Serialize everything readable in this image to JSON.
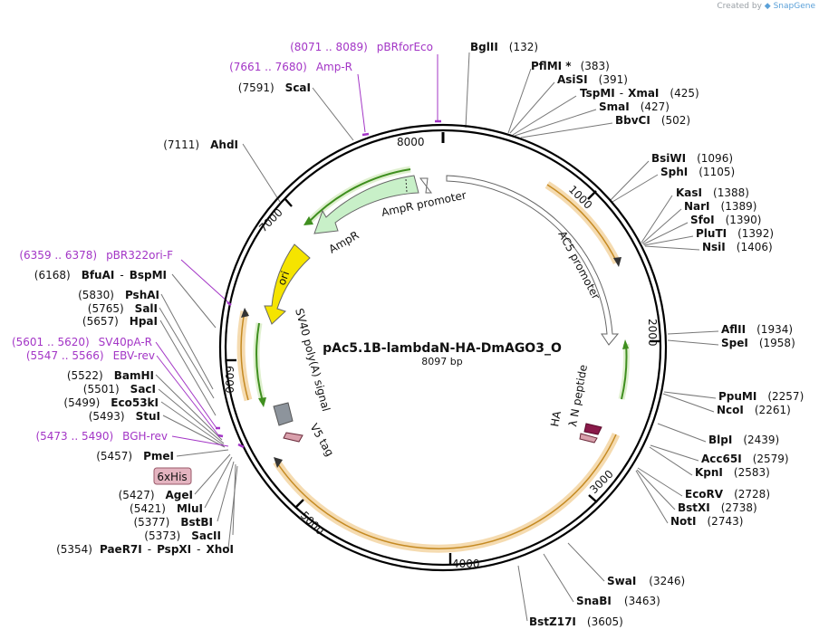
{
  "credit": {
    "prefix": "Created by",
    "brand": "SnapGene"
  },
  "plasmid": {
    "name": "pAc5.1B-lambdaN-HA-DmAGO3_O",
    "length": "8097 bp"
  },
  "colors": {
    "primer": "#a335c6",
    "orf": "#f2a72e",
    "ampr": "#3fae3f",
    "ori": "#f5e400",
    "backbone": "#000000"
  },
  "ticks": [
    "1000",
    "2000",
    "3000",
    "4000",
    "5000",
    "6000",
    "7000",
    "8000"
  ],
  "sites": [
    {
      "name": "BglII",
      "pos": "(132)"
    },
    {
      "name": "PflMI *",
      "pos": "(383)"
    },
    {
      "name": "AsiSI",
      "pos": "(391)"
    },
    {
      "name": "TspMI",
      "name2": "XmaI",
      "pos": "(425)"
    },
    {
      "name": "SmaI",
      "pos": "(427)"
    },
    {
      "name": "BbvCI",
      "pos": "(502)"
    },
    {
      "name": "BsiWI",
      "pos": "(1096)"
    },
    {
      "name": "SphI",
      "pos": "(1105)"
    },
    {
      "name": "KasI",
      "pos": "(1388)"
    },
    {
      "name": "NarI",
      "pos": "(1389)"
    },
    {
      "name": "SfoI",
      "pos": "(1390)"
    },
    {
      "name": "PluTI",
      "pos": "(1392)"
    },
    {
      "name": "NsiI",
      "pos": "(1406)"
    },
    {
      "name": "AflII",
      "pos": "(1934)"
    },
    {
      "name": "SpeI",
      "pos": "(1958)"
    },
    {
      "name": "PpuMI",
      "pos": "(2257)"
    },
    {
      "name": "NcoI",
      "pos": "(2261)"
    },
    {
      "name": "BlpI",
      "pos": "(2439)"
    },
    {
      "name": "Acc65I",
      "pos": "(2579)"
    },
    {
      "name": "KpnI",
      "pos": "(2583)"
    },
    {
      "name": "EcoRV",
      "pos": "(2728)"
    },
    {
      "name": "BstXI",
      "pos": "(2738)"
    },
    {
      "name": "NotI",
      "pos": "(2743)"
    },
    {
      "name": "SwaI",
      "pos": "(3246)"
    },
    {
      "name": "SnaBI",
      "pos": "(3463)"
    },
    {
      "name": "BstZ17I",
      "pos": "(3605)"
    },
    {
      "name": "PaeR7I",
      "name2": "PspXI",
      "name3": "XhoI",
      "pos": "(5354)"
    },
    {
      "name": "SacII",
      "pos": "(5373)"
    },
    {
      "name": "BstBI",
      "pos": "(5377)"
    },
    {
      "name": "MluI",
      "pos": "(5421)"
    },
    {
      "name": "AgeI",
      "pos": "(5427)"
    },
    {
      "name": "PmeI",
      "pos": "(5457)"
    },
    {
      "name": "StuI",
      "pos": "(5493)"
    },
    {
      "name": "Eco53kI",
      "pos": "(5499)"
    },
    {
      "name": "SacI",
      "pos": "(5501)"
    },
    {
      "name": "BamHI",
      "pos": "(5522)"
    },
    {
      "name": "HpaI",
      "pos": "(5657)"
    },
    {
      "name": "SalI",
      "pos": "(5765)"
    },
    {
      "name": "PshAI",
      "pos": "(5830)"
    },
    {
      "name": "BfuAI",
      "name2": "BspMI",
      "pos": "(6168)"
    },
    {
      "name": "AhdI",
      "pos": "(7111)"
    },
    {
      "name": "ScaI",
      "pos": "(7591)"
    }
  ],
  "primers": [
    {
      "range": "(8071 .. 8089)",
      "name": "pBRforEco"
    },
    {
      "range": "(7661 .. 7680)",
      "name": "Amp-R"
    },
    {
      "range": "(6359 .. 6378)",
      "name": "pBR322ori-F"
    },
    {
      "range": "(5601 .. 5620)",
      "name": "SV40pA-R"
    },
    {
      "range": "(5547 .. 5566)",
      "name": "EBV-rev"
    },
    {
      "range": "(5473 .. 5490)",
      "name": "BGH-rev"
    }
  ],
  "features": {
    "ampr_promoter": "AmpR promoter",
    "ampr": "AmpR",
    "ori": "ori",
    "ac5_promoter": "AC5 promoter",
    "sv40": "SV40 poly(A) signal",
    "v5": "V5 tag",
    "ha": "HA",
    "lambda_n": "λ N peptide",
    "his": "6xHis"
  }
}
